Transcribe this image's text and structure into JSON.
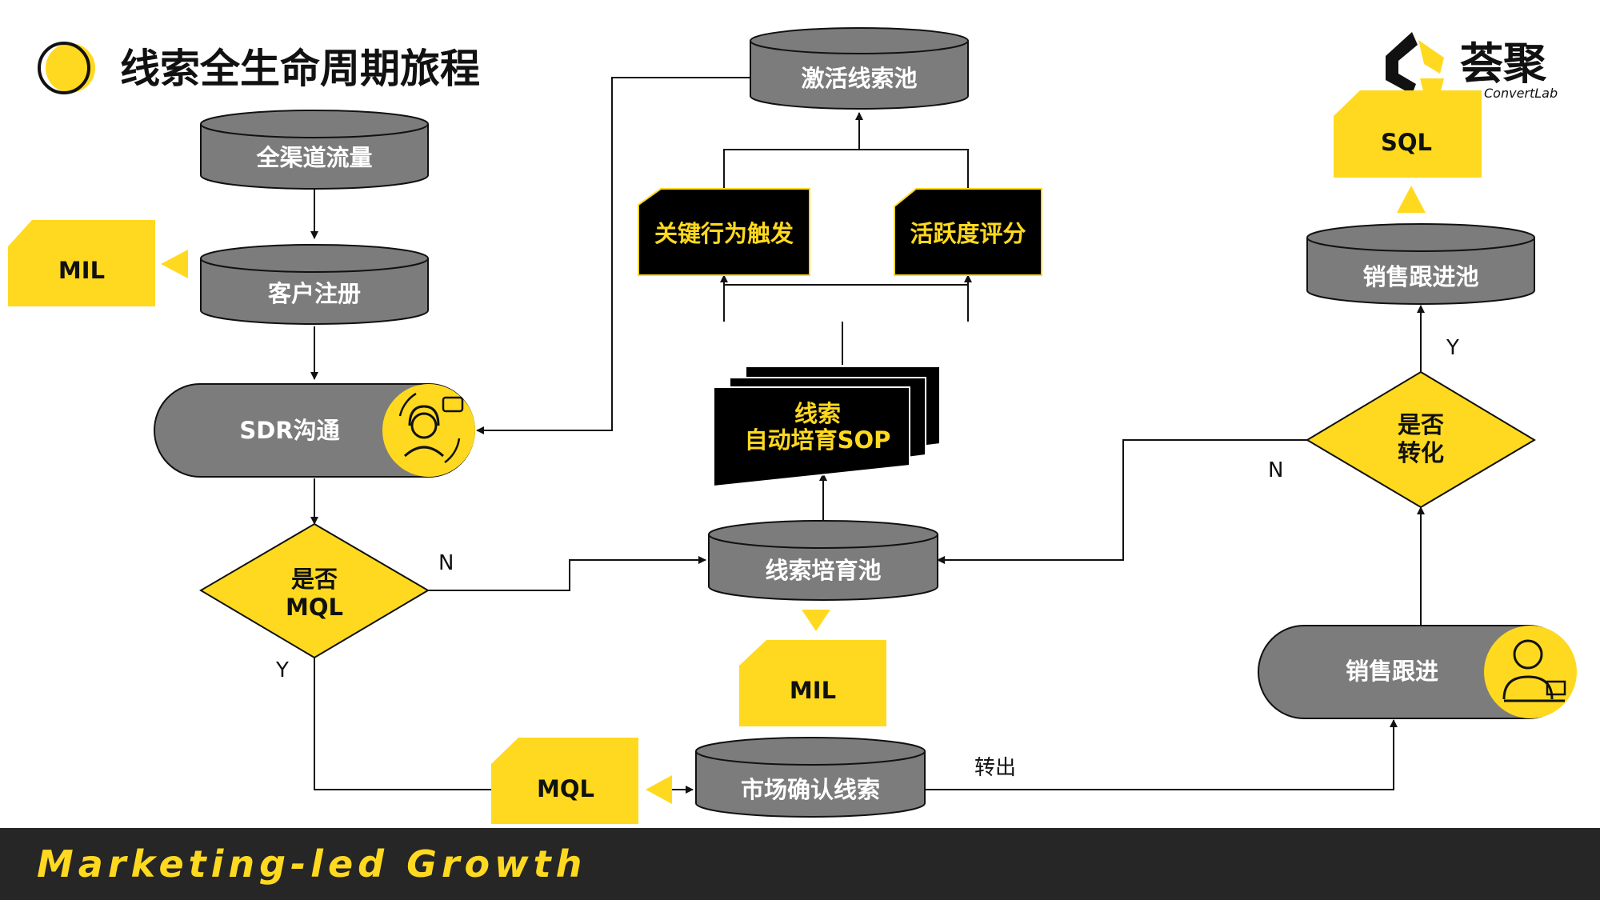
{
  "slide": {
    "title": "线索全生命周期旅程",
    "footer": "Marketing-led Growth",
    "brand": {
      "name": "荟聚",
      "sub": "ConvertLab"
    }
  },
  "nodes": {
    "traffic": "全渠道流量",
    "register": "客户注册",
    "sdr": "SDR沟通",
    "is_mql": [
      "是否",
      "MQL"
    ],
    "activate_pool": "激活线索池",
    "trigger": "关键行为触发",
    "activity_score": "活跃度评分",
    "sop": [
      "线索",
      "自动培育SOP"
    ],
    "nurture_pool": "线索培育池",
    "mkt_confirm": "市场确认线索",
    "sales_pool": "销售跟进池",
    "is_convert": [
      "是否",
      "转化"
    ],
    "sales_follow": "销售跟进"
  },
  "tags": {
    "mil_left": "MIL",
    "mil_center": "MIL",
    "mql": "MQL",
    "sql": "SQL"
  },
  "edge_labels": {
    "mql_no": "N",
    "mql_yes": "Y",
    "convert_yes": "Y",
    "convert_no": "N",
    "transfer_out": "转出"
  },
  "colors": {
    "yellow": "#ffd91f",
    "gray": "#7c7c7c",
    "dark": "#262626",
    "black": "#000000"
  },
  "icons": [
    "headset-agent-icon",
    "salesperson-icon",
    "logo-mark-icon",
    "title-circle-icon"
  ]
}
